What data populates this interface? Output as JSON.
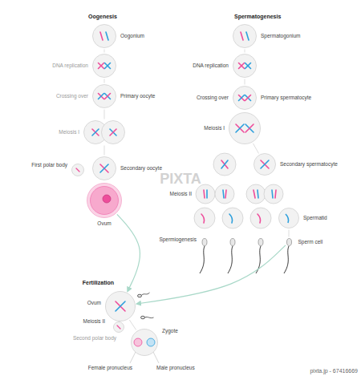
{
  "diagram": {
    "nodes": [
      {
        "text": [
          "Oogonium"
        ]
      },
      {
        "text": [
          "DNA replication"
        ]
      },
      {
        "text": [
          "Crossing over",
          "Primary oocyte"
        ]
      },
      {
        "text": [
          "Meiosis I"
        ]
      },
      {
        "text": [
          "First polar body"
        ]
      },
      {
        "text": [
          "Secondary oocyte"
        ]
      },
      {
        "text": [
          "Ovum"
        ]
      },
      {
        "text": [
          "Spermatogonium"
        ]
      },
      {
        "text": [
          "DNA replication"
        ]
      },
      {
        "text": [
          "Crossing over",
          "Primary spermatocyte"
        ]
      },
      {
        "text": [
          "Meiosis I"
        ]
      },
      {
        "text": [
          "Secondary spermatocyte"
        ]
      },
      {
        "text": [
          "Meiosis II"
        ]
      },
      {
        "text": [
          "Spermatid"
        ]
      },
      {
        "text": [
          "Sperm cell"
        ]
      },
      {
        "text": [
          "Ovum"
        ]
      },
      {
        "text": [
          "Second polar body"
        ]
      },
      {
        "text": [
          "Zygote"
        ]
      }
    ],
    "edges": [
      {
        "from": 0,
        "to": 1,
        "arrow": "none"
      },
      {
        "from": 1,
        "to": 2,
        "arrow": "none"
      },
      {
        "from": 2,
        "to": 3,
        "arrow": "none"
      },
      {
        "from": 3,
        "to": 5,
        "arrow": "none"
      },
      {
        "from": 5,
        "to": 6,
        "arrow": "none"
      },
      {
        "from": 7,
        "to": 8,
        "arrow": "none"
      },
      {
        "from": 8,
        "to": 9,
        "arrow": "none"
      },
      {
        "from": 9,
        "to": 10,
        "arrow": "none"
      },
      {
        "from": 10,
        "to": 11,
        "arrow": "none"
      },
      {
        "from": 13,
        "to": 14,
        "arrow": "none"
      },
      {
        "from": 6,
        "to": 15,
        "arrow": "to"
      },
      {
        "from": 14,
        "to": 15,
        "arrow": "to"
      },
      {
        "from": 15,
        "to": 16,
        "arrow": "none"
      },
      {
        "from": 15,
        "to": 17,
        "arrow": "none"
      }
    ],
    "labels": [
      "Oogenesis",
      "Spermatogenesis",
      "Spermiogenesis",
      "Fertilization",
      "Meiosis II",
      "Female pronucleus",
      "Male pronucleus",
      "PIXTA",
      "pixta.jp - 67416669"
    ]
  }
}
